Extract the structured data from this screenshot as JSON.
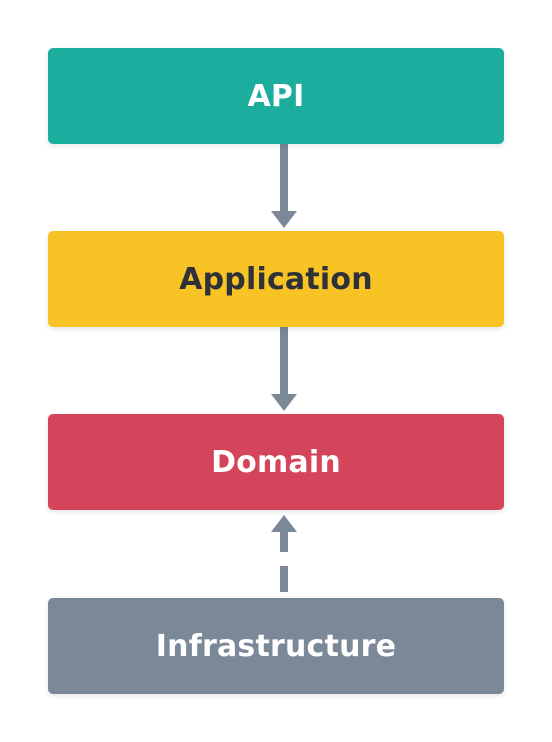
{
  "layers": [
    {
      "id": "api",
      "label": "API",
      "color": "#1bae9f",
      "text_color": "#ffffff"
    },
    {
      "id": "application",
      "label": "Application",
      "color": "#f7c325",
      "text_color": "#2f3138"
    },
    {
      "id": "domain",
      "label": "Domain",
      "color": "#d4455b",
      "text_color": "#ffffff"
    },
    {
      "id": "infrastructure",
      "label": "Infrastructure",
      "color": "#7a8898",
      "text_color": "#ffffff"
    }
  ],
  "connectors": [
    {
      "from": "api",
      "to": "application",
      "style": "solid"
    },
    {
      "from": "application",
      "to": "domain",
      "style": "solid"
    },
    {
      "from": "infrastructure",
      "to": "domain",
      "style": "dashed"
    }
  ],
  "connector_color": "#7a8898"
}
